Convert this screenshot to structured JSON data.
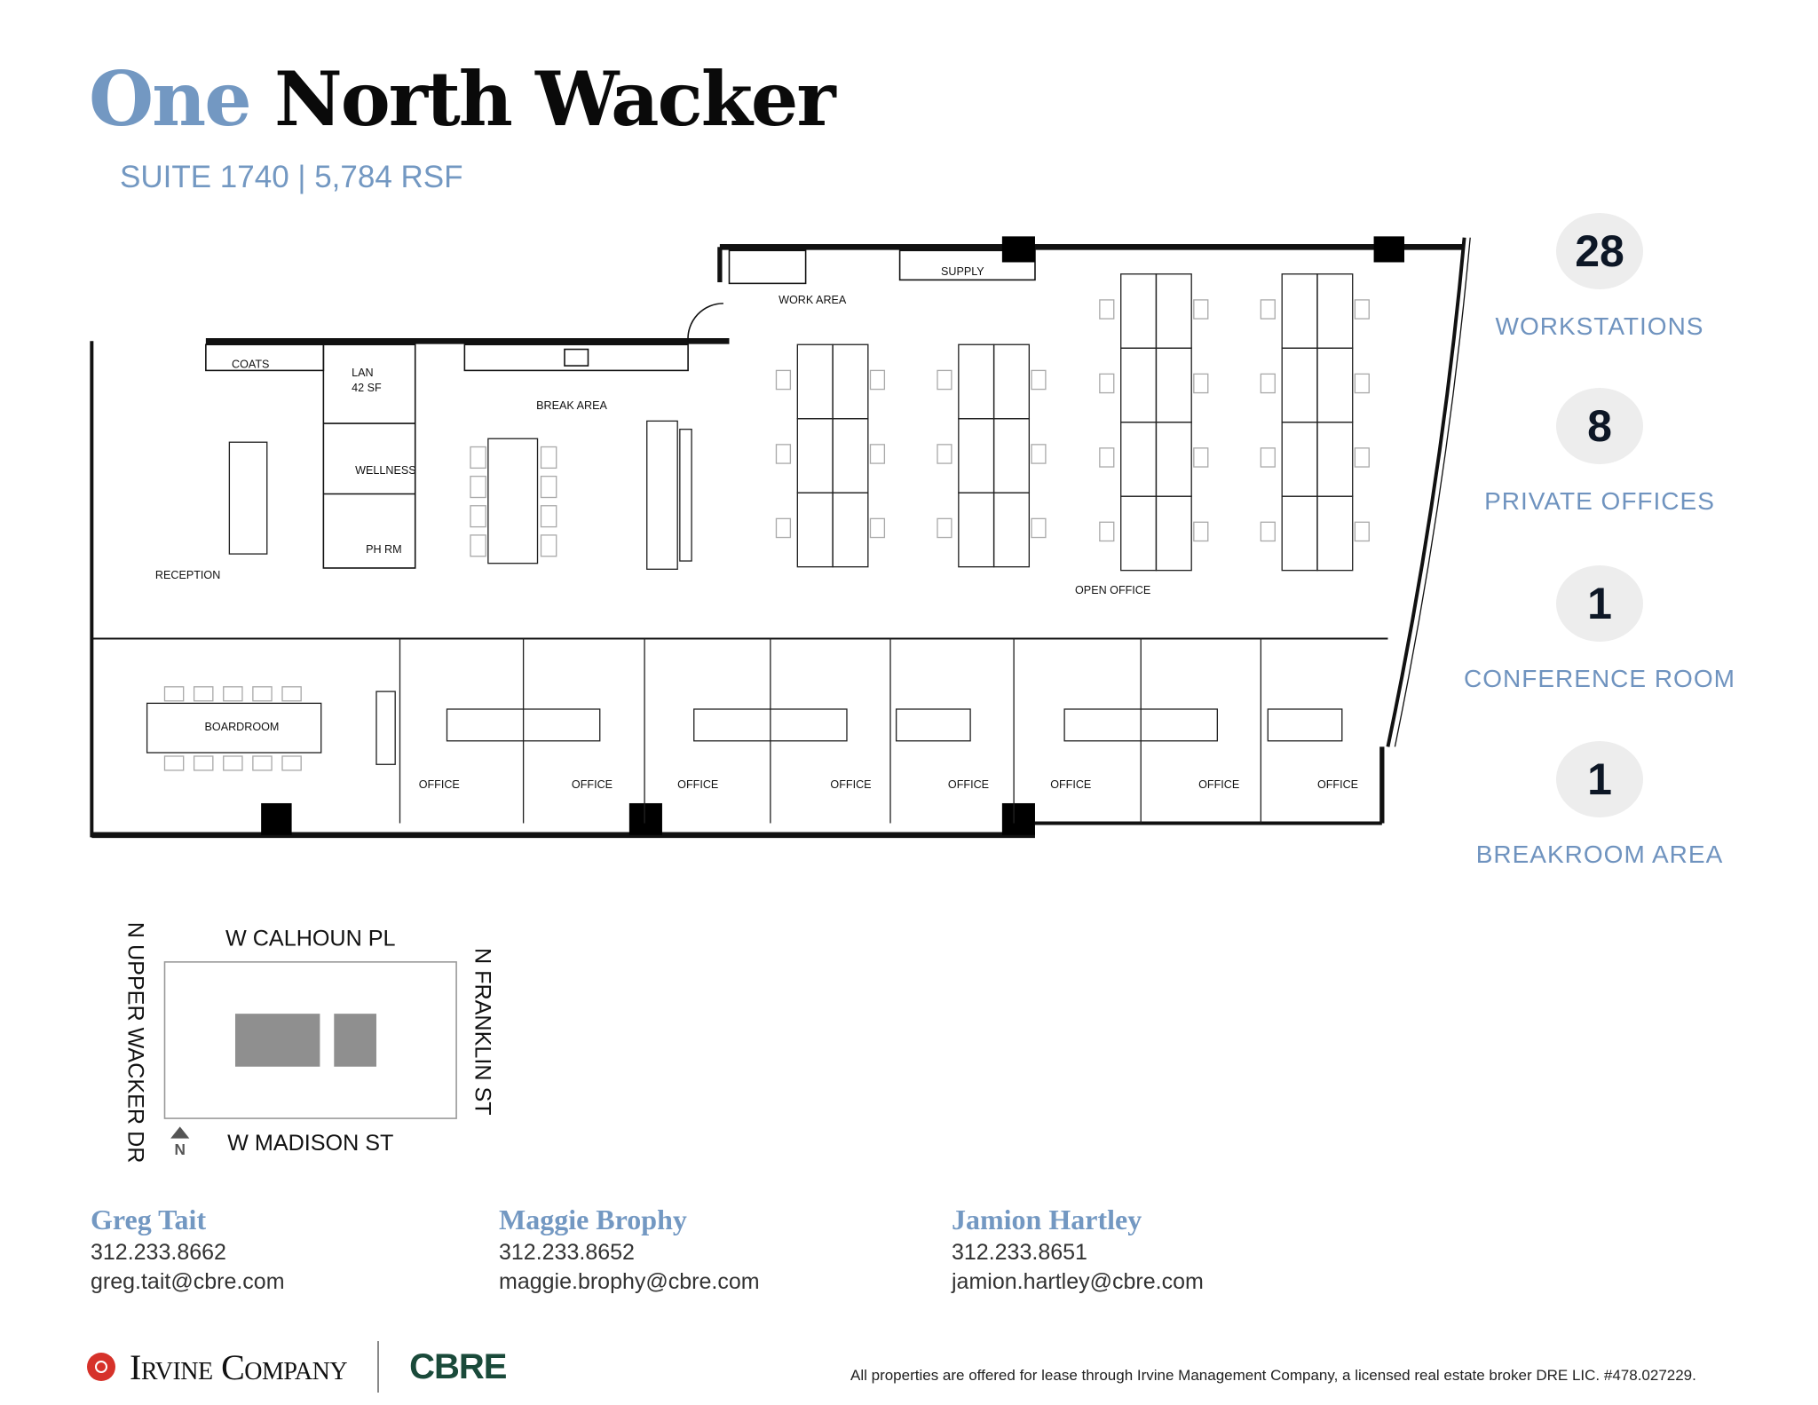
{
  "header": {
    "title_accent": "One",
    "title_rest": "North Wacker",
    "subtitle": "SUITE 1740 | 5,784 RSF"
  },
  "floor_plan": {
    "rooms": {
      "coats": "COATS",
      "lan": "LAN",
      "lan_area": "42 SF",
      "break_area": "BREAK AREA",
      "wellness": "WELLNESS",
      "ph_rm": "PH RM",
      "reception": "RECEPTION",
      "work_area": "WORK AREA",
      "supply": "SUPPLY",
      "open_office": "OPEN OFFICE",
      "boardroom": "BOARDROOM",
      "office": "OFFICE"
    }
  },
  "stats": [
    {
      "value": "28",
      "label": "WORKSTATIONS"
    },
    {
      "value": "8",
      "label": "PRIVATE OFFICES"
    },
    {
      "value": "1",
      "label": "CONFERENCE ROOM"
    },
    {
      "value": "1",
      "label": "BREAKROOM AREA"
    }
  ],
  "key_map": {
    "north_street": "W CALHOUN PL",
    "south_street": "W MADISON ST",
    "west_street": "N UPPER WACKER DR",
    "east_street": "N FRANKLIN ST",
    "north_label": "N"
  },
  "contacts": [
    {
      "name": "Greg Tait",
      "phone": "312.233.8662",
      "email": "greg.tait@cbre.com"
    },
    {
      "name": "Maggie Brophy",
      "phone": "312.233.8652",
      "email": "maggie.brophy@cbre.com"
    },
    {
      "name": "Jamion Hartley",
      "phone": "312.233.8651",
      "email": "jamion.hartley@cbre.com"
    }
  ],
  "footer": {
    "logo_irvine": "Irvine Company",
    "logo_cbre": "CBRE",
    "disclaimer": "All properties are offered for lease through Irvine Management Company, a licensed real estate broker DRE LIC. #478.027229."
  },
  "colors": {
    "accent": "#7398c2",
    "stat_circle": "#ededed",
    "cbre_green": "#1a4a3a",
    "irvine_red": "#d6322a"
  }
}
